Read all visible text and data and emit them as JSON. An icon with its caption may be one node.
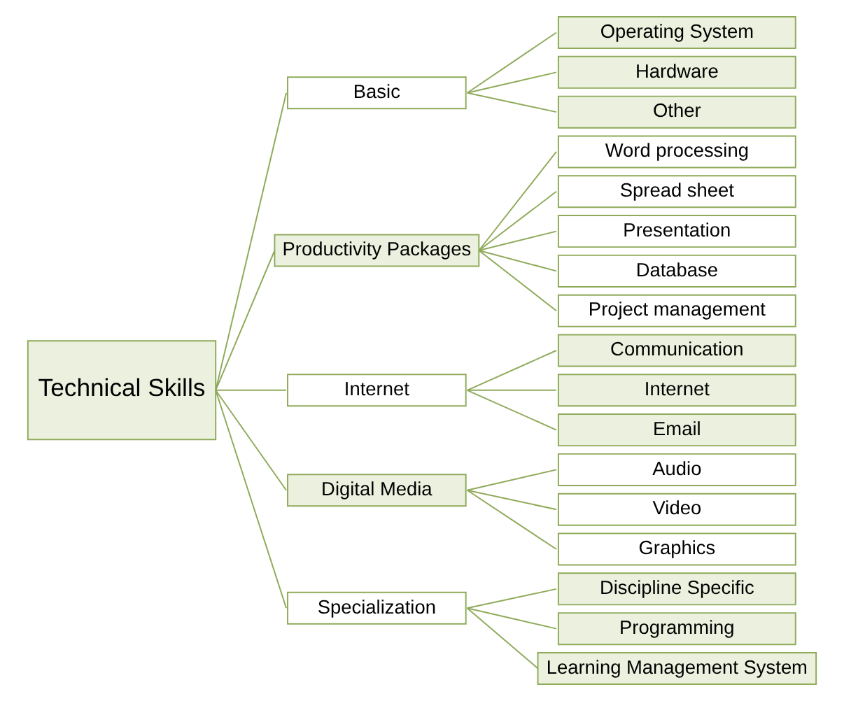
{
  "diagram": {
    "nodes": [
      {
        "text": [
          "Technical Skills"
        ]
      },
      {
        "text": [
          "Basic"
        ]
      },
      {
        "text": [
          "Operating System"
        ]
      },
      {
        "text": [
          "Hardware"
        ]
      },
      {
        "text": [
          "Other"
        ]
      },
      {
        "text": [
          "Productivity Packages"
        ]
      },
      {
        "text": [
          "Word processing"
        ]
      },
      {
        "text": [
          "Spread sheet"
        ]
      },
      {
        "text": [
          "Presentation"
        ]
      },
      {
        "text": [
          "Database"
        ]
      },
      {
        "text": [
          "Project management"
        ]
      },
      {
        "text": [
          "Internet"
        ]
      },
      {
        "text": [
          "Communication"
        ]
      },
      {
        "text": [
          "Internet"
        ]
      },
      {
        "text": [
          "Email"
        ]
      },
      {
        "text": [
          "Digital Media"
        ]
      },
      {
        "text": [
          "Audio"
        ]
      },
      {
        "text": [
          "Video"
        ]
      },
      {
        "text": [
          "Graphics"
        ]
      },
      {
        "text": [
          "Specialization"
        ]
      },
      {
        "text": [
          "Discipline Specific"
        ]
      },
      {
        "text": [
          "Programming"
        ]
      },
      {
        "text": [
          "Learning Management System"
        ]
      }
    ],
    "edges": [
      {
        "from": 0,
        "to": 1,
        "arrow": "none"
      },
      {
        "from": 0,
        "to": 5,
        "arrow": "none"
      },
      {
        "from": 0,
        "to": 11,
        "arrow": "none"
      },
      {
        "from": 0,
        "to": 15,
        "arrow": "none"
      },
      {
        "from": 0,
        "to": 19,
        "arrow": "none"
      },
      {
        "from": 1,
        "to": 2,
        "arrow": "none"
      },
      {
        "from": 1,
        "to": 3,
        "arrow": "none"
      },
      {
        "from": 1,
        "to": 4,
        "arrow": "none"
      },
      {
        "from": 5,
        "to": 6,
        "arrow": "none"
      },
      {
        "from": 5,
        "to": 7,
        "arrow": "none"
      },
      {
        "from": 5,
        "to": 8,
        "arrow": "none"
      },
      {
        "from": 5,
        "to": 9,
        "arrow": "none"
      },
      {
        "from": 5,
        "to": 10,
        "arrow": "none"
      },
      {
        "from": 11,
        "to": 12,
        "arrow": "none"
      },
      {
        "from": 11,
        "to": 13,
        "arrow": "none"
      },
      {
        "from": 11,
        "to": 14,
        "arrow": "none"
      },
      {
        "from": 15,
        "to": 16,
        "arrow": "none"
      },
      {
        "from": 15,
        "to": 17,
        "arrow": "none"
      },
      {
        "from": 15,
        "to": 18,
        "arrow": "none"
      },
      {
        "from": 19,
        "to": 20,
        "arrow": "none"
      },
      {
        "from": 19,
        "to": 21,
        "arrow": "none"
      },
      {
        "from": 19,
        "to": 22,
        "arrow": "none"
      }
    ]
  }
}
